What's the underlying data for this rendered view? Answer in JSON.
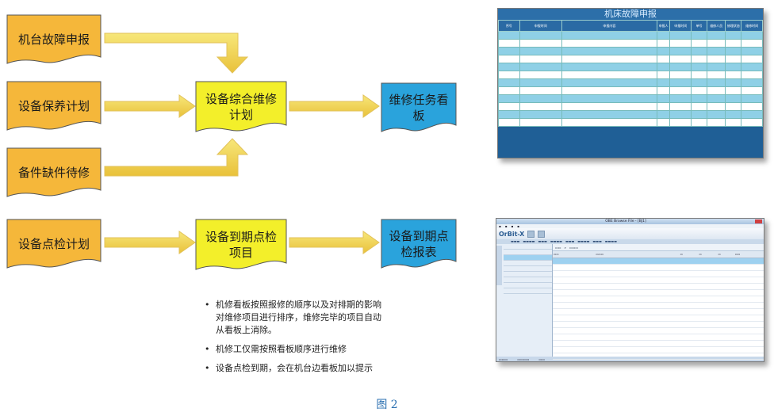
{
  "flow": {
    "input_1": "机台故障申报",
    "input_2": "设备保养计划",
    "input_3": "备件缺件待修",
    "process_main": "设备综合维修计划",
    "output_main": "维修任务看板",
    "input_4": "设备点检计划",
    "process_check": "设备到期点检项目",
    "output_check": "设备到期点检报表"
  },
  "notes": [
    "机修看板按照报修的顺序以及对排期的影响对维修项目进行排序，维修完毕的项目自动从看板上消除。",
    "机修工仅需按照看板顺序进行维修",
    "设备点检到期，会在机台边看板加以提示"
  ],
  "caption": "图 2",
  "board": {
    "title": "机床故障申报",
    "headers": [
      "序号",
      "申报时间",
      "申报内容",
      "申报人",
      "申报时间",
      "单号",
      "维修人员",
      "修理状态",
      "维修时间"
    ]
  },
  "app": {
    "window_title": "OBE Browse File - [BJ1]",
    "logo": "OrBit-X"
  },
  "colors": {
    "doc_orange": "#f5b73a",
    "doc_yellow": "#f3ef2a",
    "doc_blue": "#2aa3dc",
    "arrow_yellow": "#f2d84a"
  }
}
